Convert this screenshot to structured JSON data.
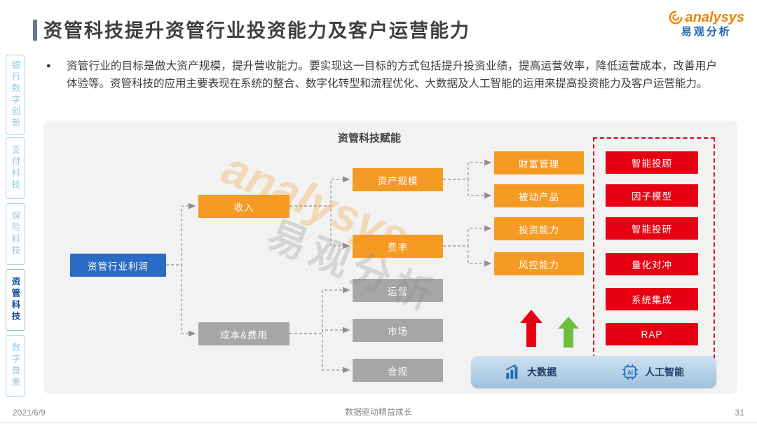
{
  "page": {
    "title": "资管科技提升资管行业投资能力及客户运营能力",
    "footer": {
      "date": "2021/6/9",
      "slogan": "数据驱动精益成长",
      "page_number": "31"
    }
  },
  "logo": {
    "brand": "analysys",
    "brand_cn": "易观分析"
  },
  "watermark": {
    "en": "analysys",
    "cn": "易观分析"
  },
  "sidebar": {
    "items": [
      {
        "label": "银行数字创新",
        "active": false
      },
      {
        "label": "支付科技",
        "active": false
      },
      {
        "label": "保险科技",
        "active": false
      },
      {
        "label": "资管科技",
        "active": true
      },
      {
        "label": "数字普惠",
        "active": false
      }
    ]
  },
  "bullet": {
    "text": "资管行业的目标是做大资产规模，提升营收能力。要实现这一目标的方式包括提升投资业绩，提高运营效率，降低运营成本，改善用户体验等。资管科技的应用主要表现在系统的整合、数字化转型和流程优化、大数据及人工智能的运用来提高投资能力及客户运营能力。"
  },
  "diagram": {
    "title": "资管科技赋能",
    "nodes": {
      "profit": "资管行业利润",
      "revenue": "收入",
      "cost": "成本&费用",
      "asset_scale": "资产规模",
      "fee_rate": "费率",
      "operation": "运营",
      "market": "市场",
      "compliance": "合规",
      "wealth": "财富管理",
      "passive": "被动产品",
      "invest": "投资能力",
      "risk": "风控能力"
    },
    "tech_items": [
      "智能投顾",
      "因子模型",
      "智能投研",
      "量化对冲",
      "系统集成",
      "RAP"
    ],
    "bottom_bar": {
      "big_data": "大数据",
      "ai": "人工智能"
    }
  },
  "colors": {
    "node_orange": "#f59a23",
    "node_gray": "#a6a6a6",
    "node_blue": "#2a6bc5",
    "node_red": "#e60012",
    "brand_orange": "#f08300",
    "brand_blue": "#1f66b0",
    "arrow_green": "#6fbf3f",
    "sidebar_inactive": "#8ecaee",
    "sidebar_active": "#0d4d9e"
  }
}
